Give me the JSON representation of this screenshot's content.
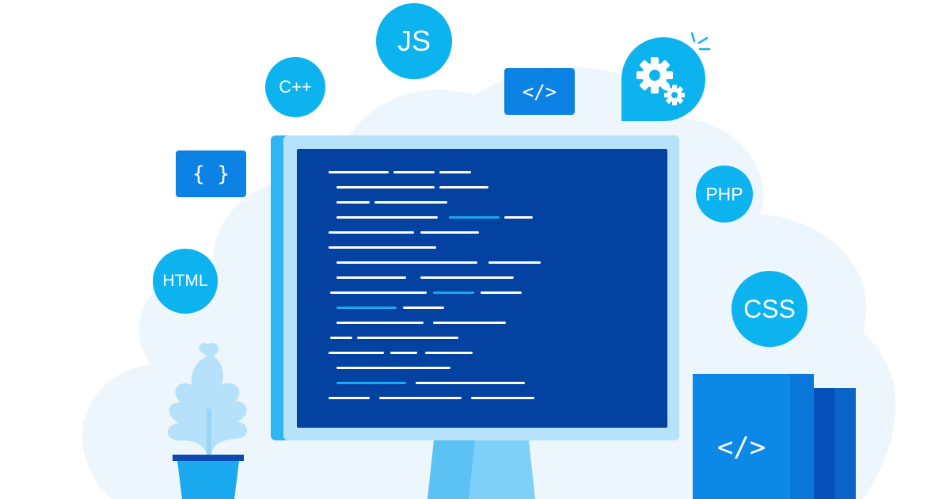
{
  "colors": {
    "blob": "#eef6fd",
    "bubble": "#0cb3ee",
    "tag_blue": "#0c83e4",
    "screen_bg": "#0442a1",
    "bezel": "#b6e3fb",
    "bezel_edge": "#2fb6f2",
    "stand": "#7fd0f8",
    "code_white": "#ffffff",
    "code_accent": "#1aa9ee",
    "plant": "#b6e1fb",
    "pot": "#1aa9ee",
    "book_front": "#0c88e6",
    "book_side": "#0550ba"
  },
  "bubbles": {
    "js": "JS",
    "cpp": "C++",
    "php": "PHP",
    "html": "HTML",
    "css": "CSS"
  },
  "tags": {
    "code_tag": "</>",
    "braces": "{ }",
    "book_code_tag": "</>"
  },
  "icons": {
    "gears": "gears-icon",
    "sparkle": "sparkle-icon",
    "plant": "plant-icon",
    "pot": "pot-icon",
    "monitor": "monitor-icon",
    "book": "book-icon"
  }
}
